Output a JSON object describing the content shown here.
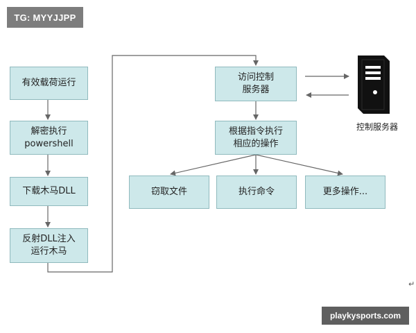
{
  "watermark_top": "TG: MYYJJPP",
  "watermark_bottom": "playkysports.com",
  "paragraph_mark": "↵",
  "colors": {
    "box_fill": "#cde8ea",
    "box_border": "#8fb9bd",
    "line": "#666666",
    "server": "#111111"
  },
  "nodes": {
    "run_payload": "有效载荷运行",
    "decrypt_exec": "解密执行\npowershell",
    "download_trojan": "下载木马DLL",
    "reflective_inject": "反射DLL注入\n运行木马",
    "access_c2": "访问控制\n服务器",
    "execute_per_command": "根据指令执行\n相应的操作",
    "steal_files": "窃取文件",
    "execute_command": "执行命令",
    "more_ops": "更多操作..."
  },
  "server": {
    "icon": "server-tower-icon",
    "label": "控制服务器"
  }
}
